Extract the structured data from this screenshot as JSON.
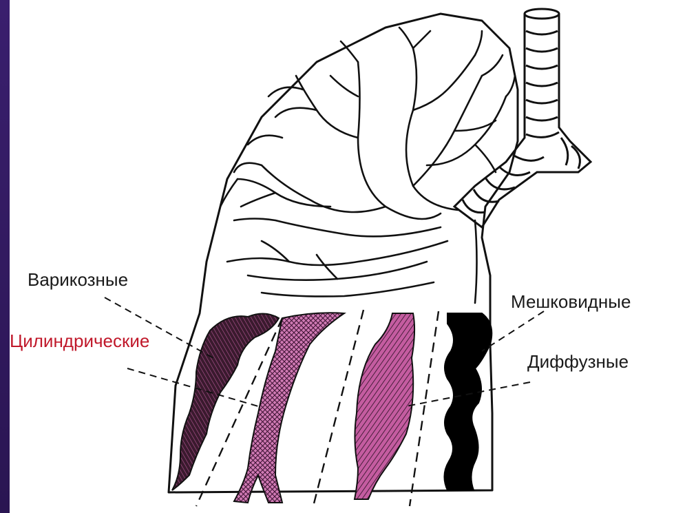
{
  "labels": {
    "varicose": "Варикозные",
    "cylindrical": "Цилиндрические",
    "saccular": "Мешковидные",
    "diffuse": "Диффузные"
  },
  "colors": {
    "outline": "#111111",
    "pink_fill": "#c45ca0",
    "dark_fill": "#3a1a2e",
    "black_fill": "#000000",
    "cylindrical_label": "#c0182a",
    "side_bar": "#2f1860"
  }
}
